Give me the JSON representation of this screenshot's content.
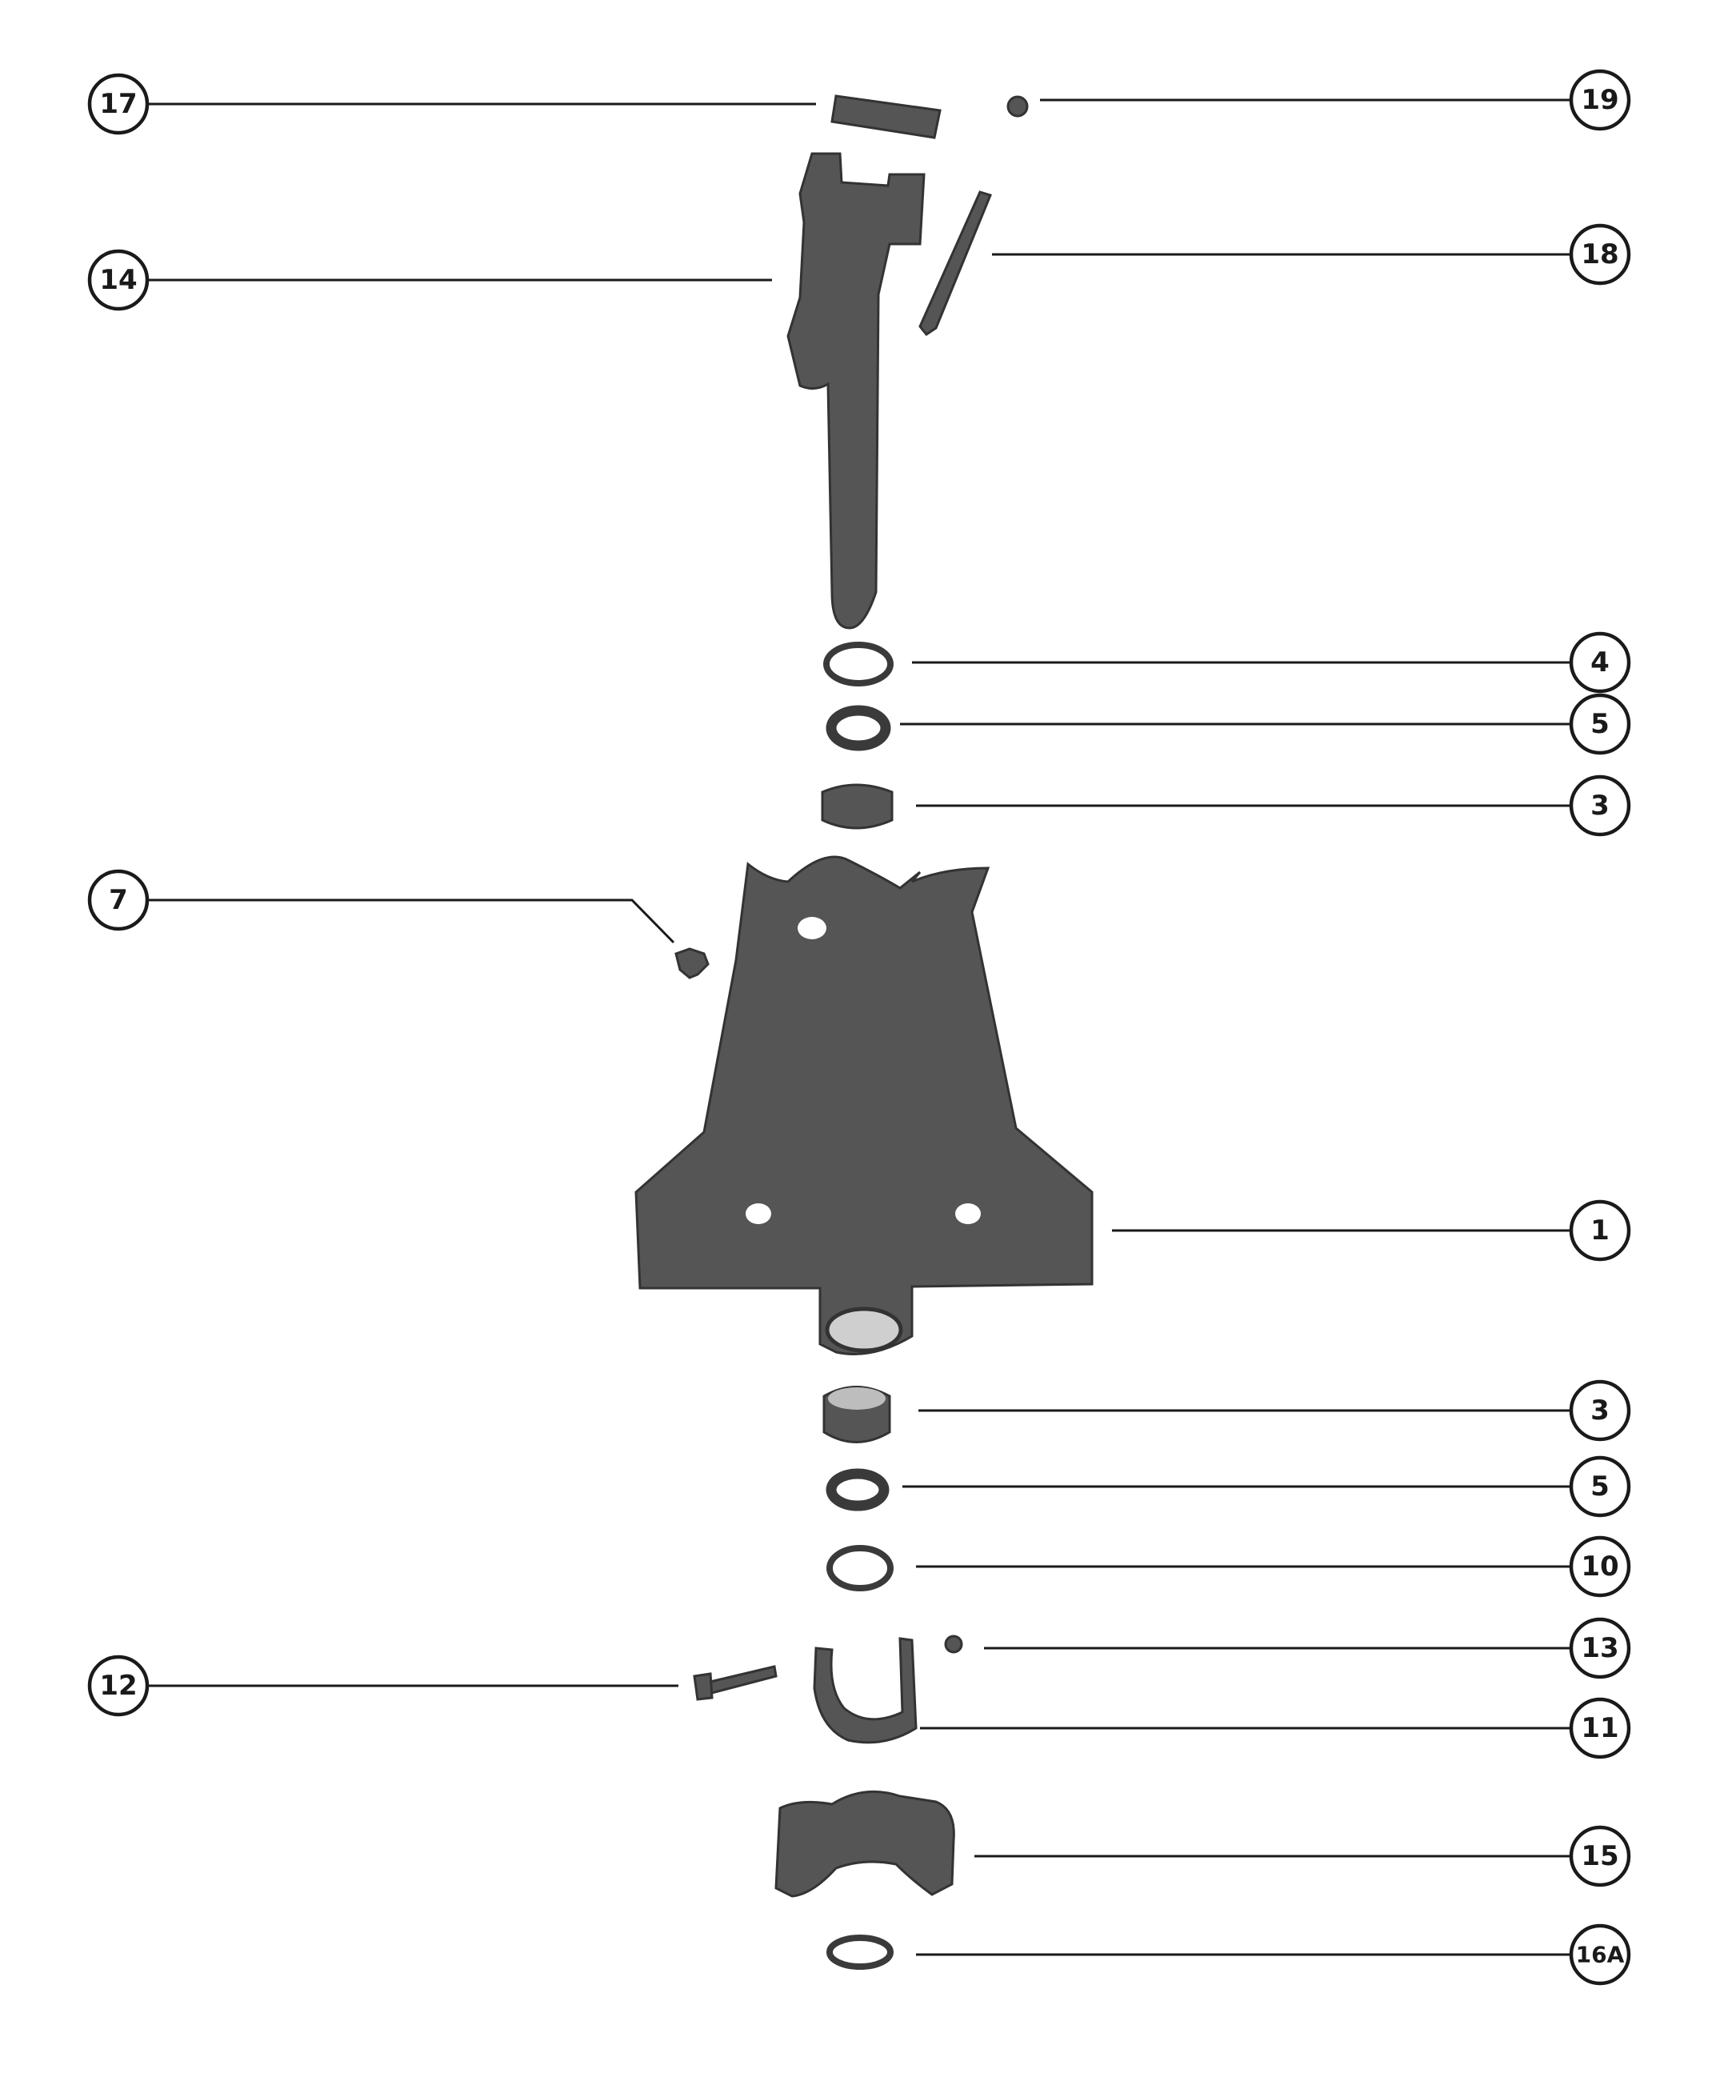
{
  "callouts": [
    {
      "id": "c17",
      "label": "17"
    },
    {
      "id": "c19",
      "label": "19"
    },
    {
      "id": "c14",
      "label": "14"
    },
    {
      "id": "c18",
      "label": "18"
    },
    {
      "id": "c4",
      "label": "4"
    },
    {
      "id": "c5a",
      "label": "5"
    },
    {
      "id": "c3a",
      "label": "3"
    },
    {
      "id": "c7",
      "label": "7"
    },
    {
      "id": "c1",
      "label": "1"
    },
    {
      "id": "c3b",
      "label": "3"
    },
    {
      "id": "c5b",
      "label": "5"
    },
    {
      "id": "c10",
      "label": "10"
    },
    {
      "id": "c13",
      "label": "13"
    },
    {
      "id": "c12",
      "label": "12"
    },
    {
      "id": "c11",
      "label": "11"
    },
    {
      "id": "c15",
      "label": "15"
    },
    {
      "id": "c16A",
      "label": "16A"
    }
  ],
  "colors": {
    "ink": "#1a1a1a",
    "part_fill": "#555555",
    "part_dark": "#333333",
    "background": "#ffffff"
  }
}
